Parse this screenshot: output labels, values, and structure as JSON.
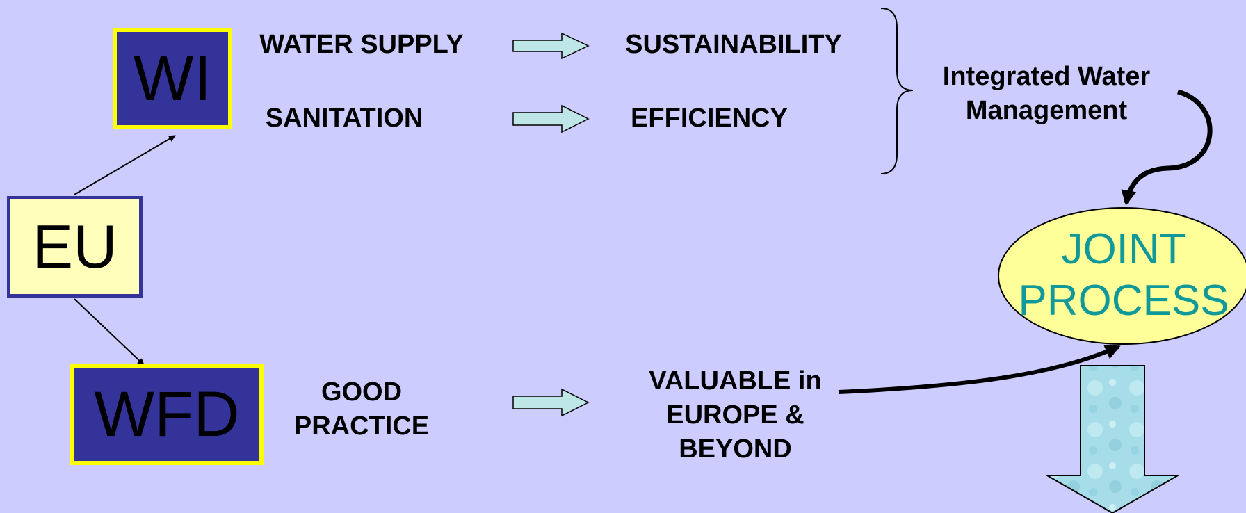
{
  "boxes": {
    "wi": "WI",
    "eu": "EU",
    "wfd": "WFD"
  },
  "labels": {
    "water_supply": "WATER SUPPLY",
    "sanitation": "SANITATION",
    "sustainability": "SUSTAINABILITY",
    "efficiency": "EFFICIENCY",
    "integrated_water_management": [
      "Integrated Water",
      "Management"
    ],
    "good_practice": [
      "GOOD",
      "PRACTICE"
    ],
    "valuable": [
      "VALUABLE in",
      "EUROPE &",
      "BEYOND"
    ]
  },
  "joint_process": [
    "JOINT",
    "PROCESS"
  ],
  "colors": {
    "background": "#ccccfe",
    "box_blue": "#333399",
    "box_border_yellow": "#ffff00",
    "box_light_yellow": "#ffffbb",
    "ellipse_fill": "#ffff99",
    "ellipse_text": "#119999",
    "block_arrow_fill": "#bfe6e6",
    "water_arrow_fill": "#a6dde8"
  }
}
